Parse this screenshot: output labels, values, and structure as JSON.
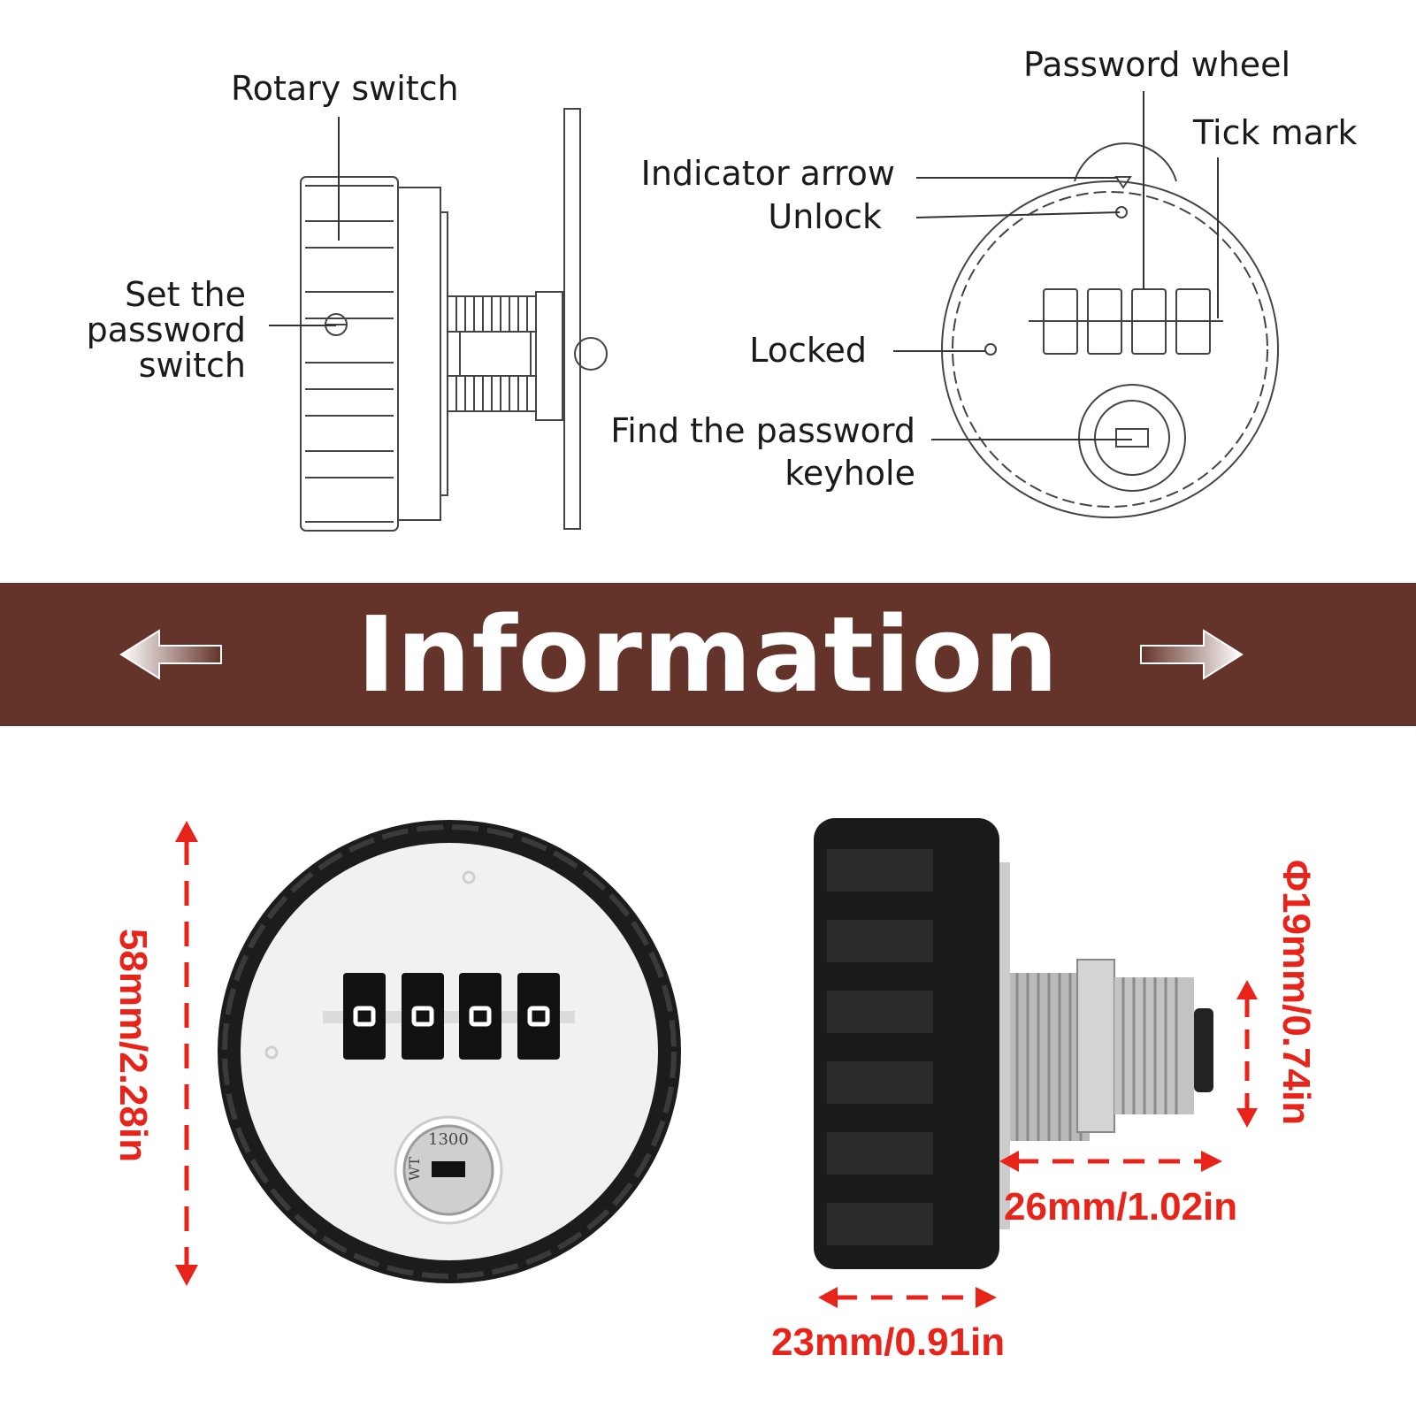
{
  "labels": {
    "rotary_switch": "Rotary switch",
    "set_password_line1": "Set the",
    "set_password_line2": "password",
    "set_password_line3": "switch",
    "password_wheel": "Password wheel",
    "tick_mark": "Tick mark",
    "indicator_arrow": "Indicator arrow",
    "unlock": "Unlock",
    "locked": "Locked",
    "find_password_line1": "Find the password",
    "find_password_line2": "keyhole"
  },
  "banner": {
    "title": "Information",
    "color": "#643329"
  },
  "dimensions": {
    "height": "58mm/2.28in",
    "shaft_diameter": "Φ19mm/0.74in",
    "shaft_length": "26mm/1.02in",
    "knob_depth": "23mm/0.91in",
    "color": "#e8231a"
  },
  "photo": {
    "key_number": "1300",
    "key_brand": "WT",
    "dial_digits": [
      "0",
      "0",
      "0",
      "0"
    ]
  }
}
